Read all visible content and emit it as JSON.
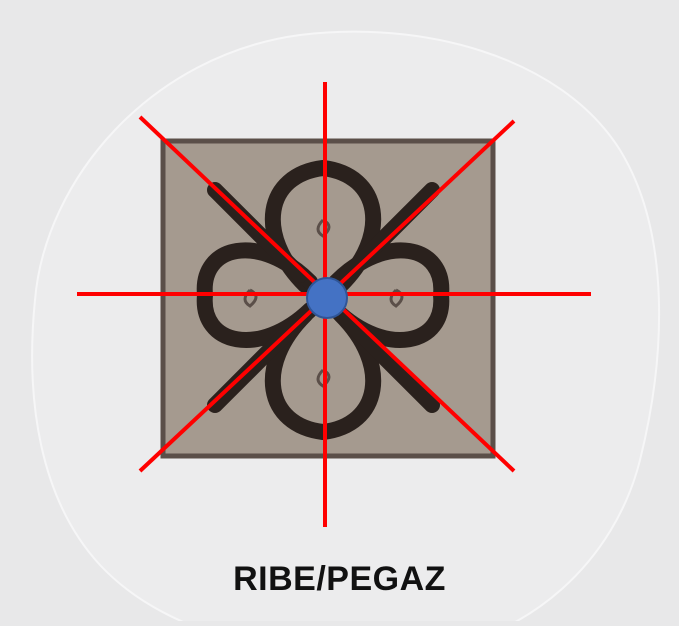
{
  "caption": {
    "text": "RIBE/PEGAZ"
  },
  "colors": {
    "background": "#e8e8e9",
    "blob_fill": "#ececed",
    "blob_outline": "#f6f6f7",
    "tile_background": "#a59a8f",
    "tile_border": "#5b4f49",
    "motif_stroke": "#2a211d",
    "symmetry_lines": "#ff0000",
    "center_point": "#4472c4",
    "center_point_outline": "#2f5597"
  },
  "figure": {
    "tile_motif": "interlaced-four-loop-knot",
    "symmetry_axes_count": 4,
    "center_marker": "blue-dot"
  }
}
